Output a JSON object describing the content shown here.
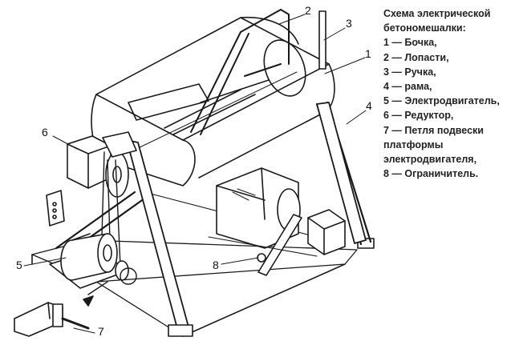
{
  "legend": {
    "title_lines": [
      "Схема электрической",
      "бетономешалки:"
    ],
    "items": [
      {
        "lines": [
          "1 — Бочка,"
        ]
      },
      {
        "lines": [
          "2 — Лопасти,"
        ]
      },
      {
        "lines": [
          "3 — Ручка,"
        ]
      },
      {
        "lines": [
          "4 — рама,"
        ]
      },
      {
        "lines": [
          "5 — Электродвигатель,"
        ]
      },
      {
        "lines": [
          "6 — Редуктор,"
        ]
      },
      {
        "lines": [
          "7 — Петля подвески",
          "платформы",
          "электродвигателя,"
        ]
      },
      {
        "lines": [
          "8 — Ограничитель."
        ]
      }
    ]
  },
  "callouts": [
    "1",
    "2",
    "3",
    "4",
    "5",
    "6",
    "7",
    "8"
  ]
}
